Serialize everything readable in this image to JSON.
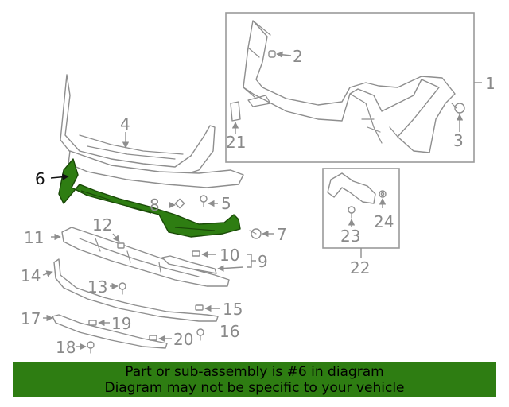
{
  "diagram": {
    "highlight_color": "#2e7d12",
    "callouts": {
      "c1": "1",
      "c2": "2",
      "c3": "3",
      "c4": "4",
      "c5": "5",
      "c6": "6",
      "c7": "7",
      "c8": "8",
      "c9": "9",
      "c10": "10",
      "c11": "11",
      "c12": "12",
      "c13": "13",
      "c14": "14",
      "c15": "15",
      "c16": "16",
      "c17": "17",
      "c18": "18",
      "c19": "19",
      "c20": "20",
      "c21": "21",
      "c22": "22",
      "c23": "23",
      "c24": "24"
    }
  },
  "banner": {
    "line1": "Part or sub-assembly is #6 in diagram",
    "line2": "Diagram may not be specific to your vehicle"
  }
}
